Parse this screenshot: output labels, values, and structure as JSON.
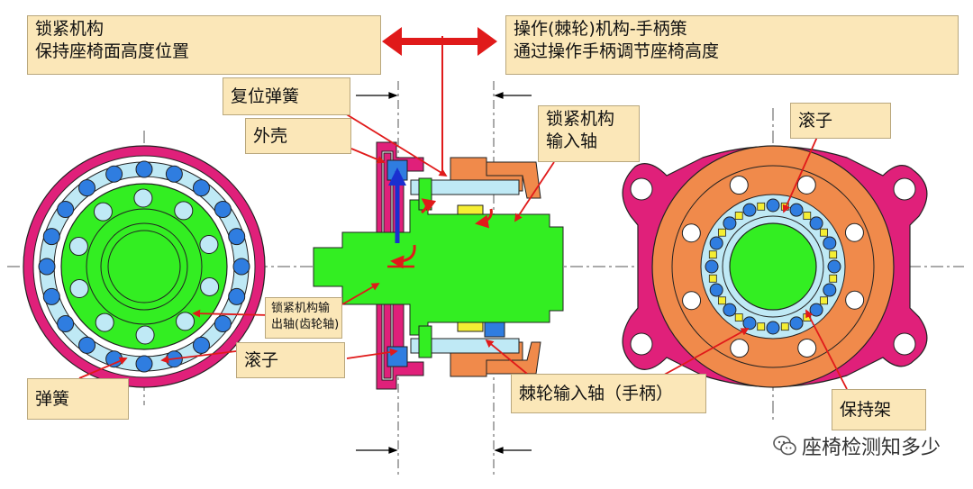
{
  "labels": {
    "lock_mechanism": {
      "line1": "锁紧机构",
      "line2": "保持座椅面高度位置"
    },
    "operation_mechanism": {
      "line1": "操作(棘轮)机构-手柄策",
      "line2": "通过操作手柄调节座椅高度"
    },
    "return_spring": "复位弹簧",
    "housing": "外壳",
    "lock_input_shaft": {
      "line1": "锁紧机构",
      "line2": "输入轴"
    },
    "roller_right": "滚子",
    "lock_output_shaft": {
      "line1": "锁紧机构输",
      "line2": "出轴(齿轮轴)"
    },
    "roller_left": "滚子",
    "spring": "弹簧",
    "ratchet_input_shaft": "棘轮输入轴（手柄）",
    "cage": "保持架"
  },
  "watermark": "座椅检测知多少",
  "colors": {
    "label_bg": "#fbe7b8",
    "green": "#33ee22",
    "magenta": "#e0207a",
    "orange": "#f08a4b",
    "blue": "#2f7de0",
    "cyan": "#bfe9f5",
    "yellow": "#f5ee33",
    "arrow_red": "#e01a1a",
    "arrow_blue": "#1a2fd0"
  },
  "icons": [
    "wechat-icon"
  ]
}
